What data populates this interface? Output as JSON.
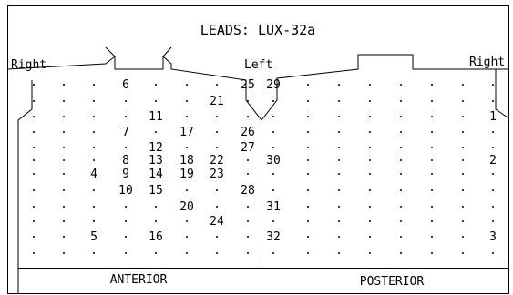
{
  "title": "LEADS: LUX-32a",
  "labels": {
    "right_front": "Right",
    "left": "Left",
    "right_back": "Right",
    "anterior": "ANTERIOR",
    "posterior": "POSTERIOR"
  },
  "grid": {
    "anterior_columns": 8,
    "posterior_columns": 8,
    "rows": 12
  },
  "leads": [
    {
      "label": "1",
      "side": "posterior",
      "col": 8,
      "row": 3
    },
    {
      "label": "2",
      "side": "posterior",
      "col": 8,
      "row": 6
    },
    {
      "label": "3",
      "side": "posterior",
      "col": 8,
      "row": 11
    },
    {
      "label": "4",
      "side": "anterior",
      "col": 3,
      "row": 7
    },
    {
      "label": "5",
      "side": "anterior",
      "col": 3,
      "row": 11
    },
    {
      "label": "6",
      "side": "anterior",
      "col": 4,
      "row": 1
    },
    {
      "label": "7",
      "side": "anterior",
      "col": 4,
      "row": 4
    },
    {
      "label": "8",
      "side": "anterior",
      "col": 4,
      "row": 6
    },
    {
      "label": "9",
      "side": "anterior",
      "col": 4,
      "row": 7
    },
    {
      "label": "10",
      "side": "anterior",
      "col": 4,
      "row": 8
    },
    {
      "label": "11",
      "side": "anterior",
      "col": 5,
      "row": 3
    },
    {
      "label": "12",
      "side": "anterior",
      "col": 5,
      "row": 5
    },
    {
      "label": "13",
      "side": "anterior",
      "col": 5,
      "row": 6
    },
    {
      "label": "14",
      "side": "anterior",
      "col": 5,
      "row": 7
    },
    {
      "label": "15",
      "side": "anterior",
      "col": 5,
      "row": 8
    },
    {
      "label": "16",
      "side": "anterior",
      "col": 5,
      "row": 11
    },
    {
      "label": "17",
      "side": "anterior",
      "col": 6,
      "row": 4
    },
    {
      "label": "18",
      "side": "anterior",
      "col": 6,
      "row": 6
    },
    {
      "label": "19",
      "side": "anterior",
      "col": 6,
      "row": 7
    },
    {
      "label": "20",
      "side": "anterior",
      "col": 6,
      "row": 9
    },
    {
      "label": "21",
      "side": "anterior",
      "col": 7,
      "row": 2
    },
    {
      "label": "22",
      "side": "anterior",
      "col": 7,
      "row": 6
    },
    {
      "label": "23",
      "side": "anterior",
      "col": 7,
      "row": 7
    },
    {
      "label": "24",
      "side": "anterior",
      "col": 7,
      "row": 10
    },
    {
      "label": "25",
      "side": "anterior",
      "col": 8,
      "row": 1
    },
    {
      "label": "26",
      "side": "anterior",
      "col": 8,
      "row": 4
    },
    {
      "label": "27",
      "side": "anterior",
      "col": 8,
      "row": 5
    },
    {
      "label": "28",
      "side": "anterior",
      "col": 8,
      "row": 8
    },
    {
      "label": "29",
      "side": "posterior",
      "col": 1,
      "row": 1
    },
    {
      "label": "30",
      "side": "posterior",
      "col": 1,
      "row": 6
    },
    {
      "label": "31",
      "side": "posterior",
      "col": 1,
      "row": 9
    },
    {
      "label": "32",
      "side": "posterior",
      "col": 1,
      "row": 11
    }
  ]
}
